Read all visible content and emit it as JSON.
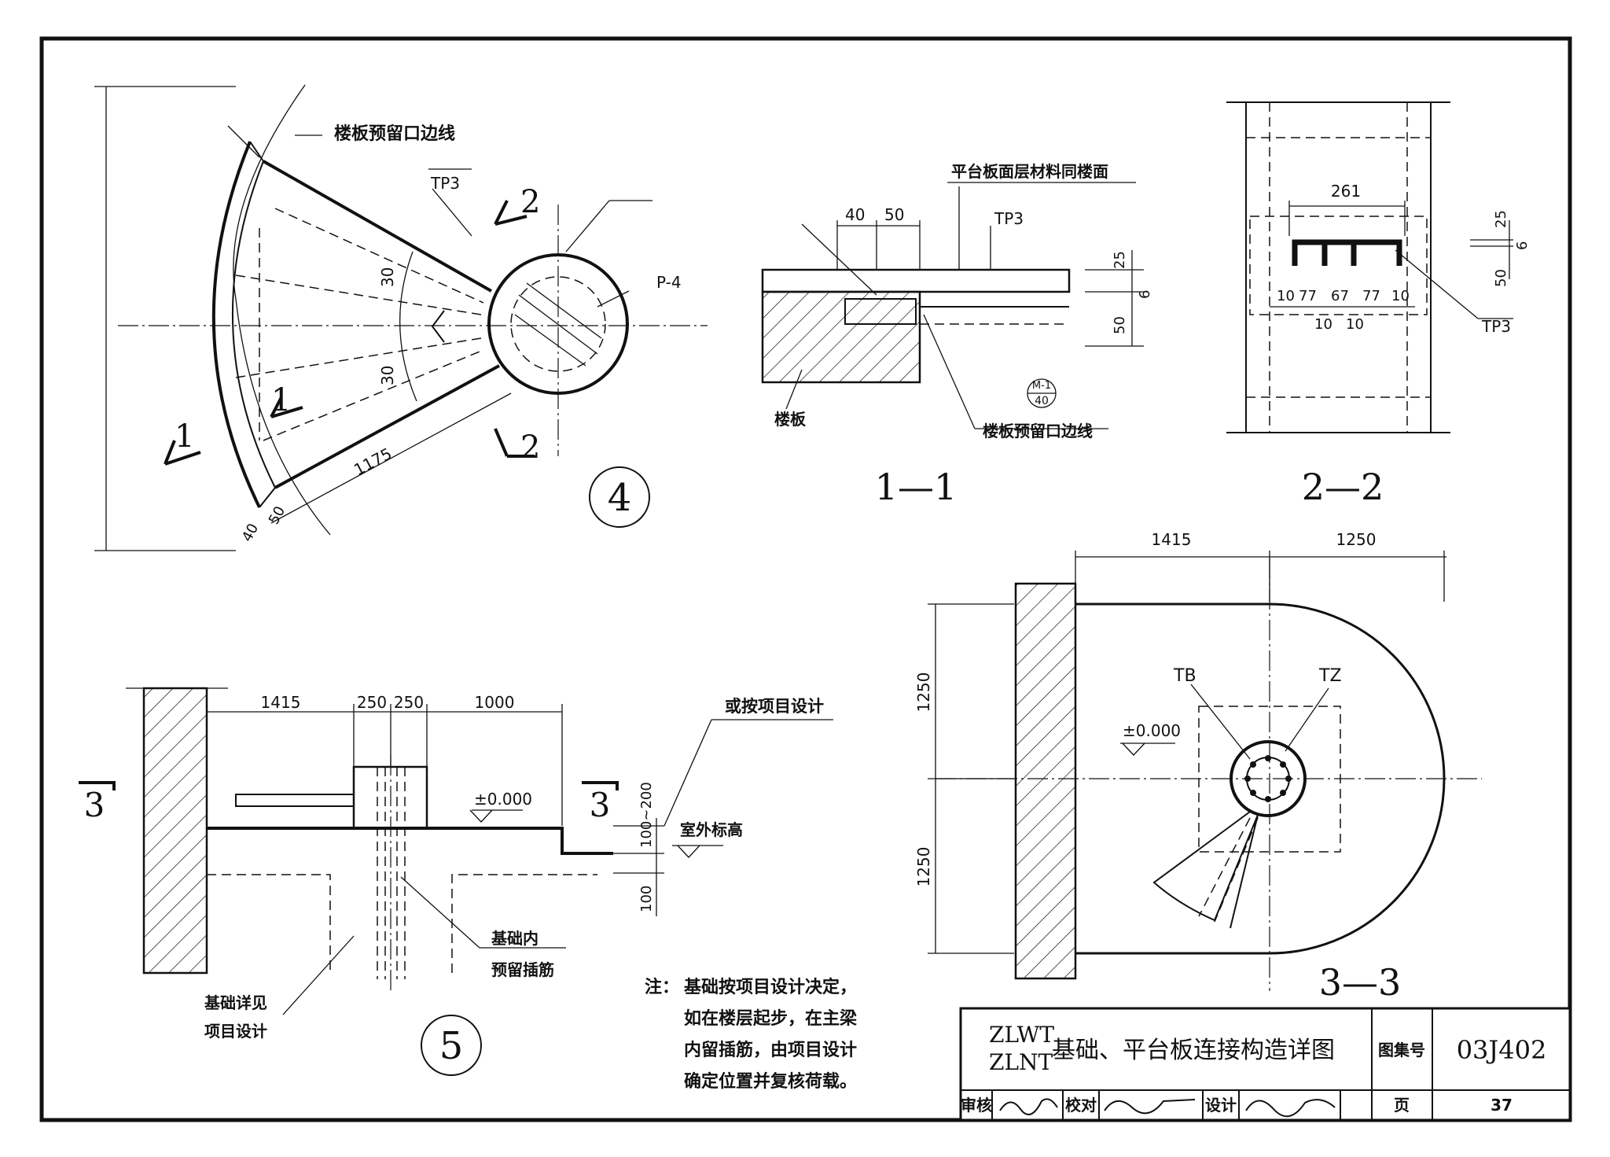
{
  "title_block": {
    "codes": [
      "ZLWT",
      "ZLNT"
    ],
    "title": "基础、平台板连接构造详图",
    "atlas_label": "图集号",
    "atlas_no": "03J402",
    "review_label": "审核",
    "check_label": "校对",
    "design_label": "设计",
    "page_label": "页",
    "page_no": "37"
  },
  "detail4": {
    "label": "4",
    "note_floor_edge": "楼板预留口边线",
    "tp3": "TP3",
    "p4": "P-4",
    "dim_30a": "30",
    "dim_30b": "30",
    "dim_1175": "1175",
    "dim_40": "40",
    "dim_50": "50",
    "sec1": "1",
    "sec2": "2"
  },
  "section11": {
    "label": "1—1",
    "note_top": "平台板面层材料同楼面",
    "tp3": "TP3",
    "dim_40": "40",
    "dim_50": "50",
    "dim_25": "25",
    "dim_6": "6",
    "dim_50b": "50",
    "floor_slab": "楼板",
    "floor_edge": "楼板预留口边线",
    "detail_ref_top": "M-1",
    "detail_ref_bottom": "40"
  },
  "section22": {
    "label": "2—2",
    "dim_261": "261",
    "dims_row": [
      "10",
      "77",
      "67",
      "77",
      "10"
    ],
    "dims_row2": [
      "10",
      "10"
    ],
    "dim_25": "25",
    "dim_6": "6",
    "dim_50": "50",
    "tp3": "TP3"
  },
  "detail5": {
    "label": "5",
    "dims": [
      "1415",
      "250",
      "250",
      "1000"
    ],
    "sec3": "3",
    "elev": "±0.000",
    "note_project": "或按项目设计",
    "dim_100_200": "100~200",
    "dim_100": "100",
    "outdoor": "室外标高",
    "rebar_line1": "基础内",
    "rebar_line2": "预留插筋",
    "found_line1": "基础详见",
    "found_line2": "项目设计"
  },
  "note": {
    "lead": "注：",
    "lines": [
      "基础按项目设计决定，",
      "如在楼层起步，在主梁",
      "内留插筋，由项目设计",
      "确定位置并复核荷载。"
    ]
  },
  "section33": {
    "label": "3—3",
    "dim_1415": "1415",
    "dim_1250_top": "1250",
    "dim_1250_left1": "1250",
    "dim_1250_left2": "1250",
    "tb": "TB",
    "tz": "TZ",
    "elev": "±0.000"
  }
}
